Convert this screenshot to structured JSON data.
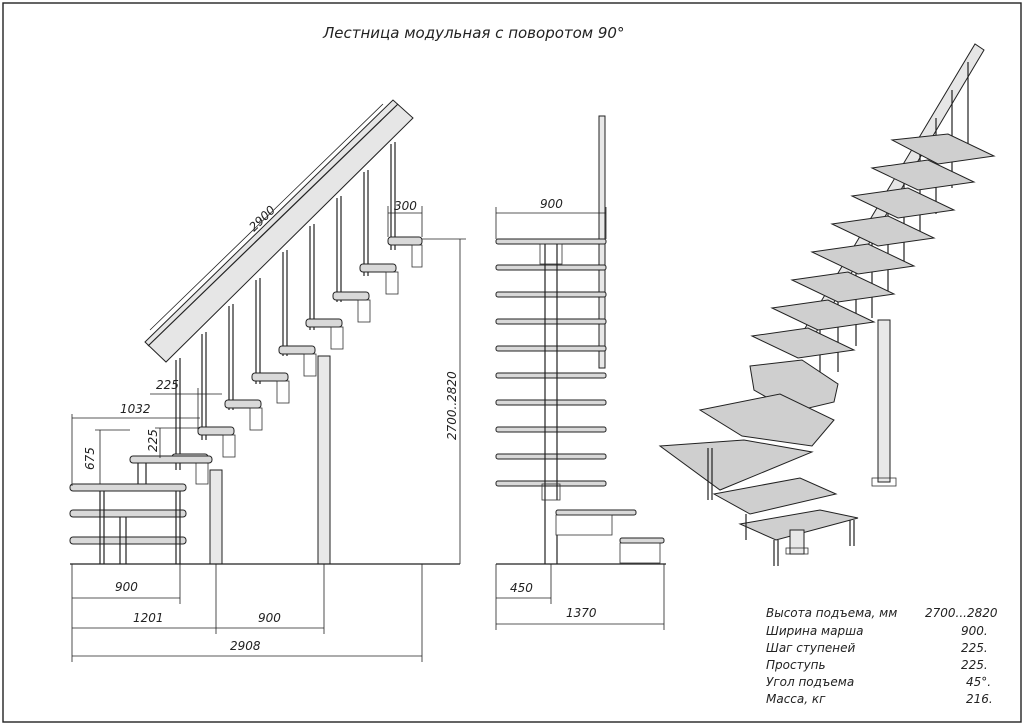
{
  "title": "Лестница модульная с поворотом 90°",
  "dimensions": {
    "rail_length": "2900",
    "step_depth_top": "300",
    "width_top": "900",
    "height_range": "2700..2820",
    "tread_225_horizontal": "225",
    "tread_225_vertical": "225",
    "offset_1032": "1032",
    "height_675": "675",
    "width_900_left": "900",
    "base_1201": "1201",
    "base_900": "900",
    "total_2908": "2908",
    "side_450": "450",
    "side_1370": "1370"
  },
  "specs": [
    {
      "label": "Высота подъема, мм",
      "value": "2700...2820"
    },
    {
      "label": "Ширина марша",
      "value": "900."
    },
    {
      "label": "Шаг ступеней",
      "value": "225."
    },
    {
      "label": "Проступь",
      "value": "225."
    },
    {
      "label": "Угол подъема",
      "value": "45°."
    },
    {
      "label": "Масса, кг",
      "value": "216."
    }
  ]
}
